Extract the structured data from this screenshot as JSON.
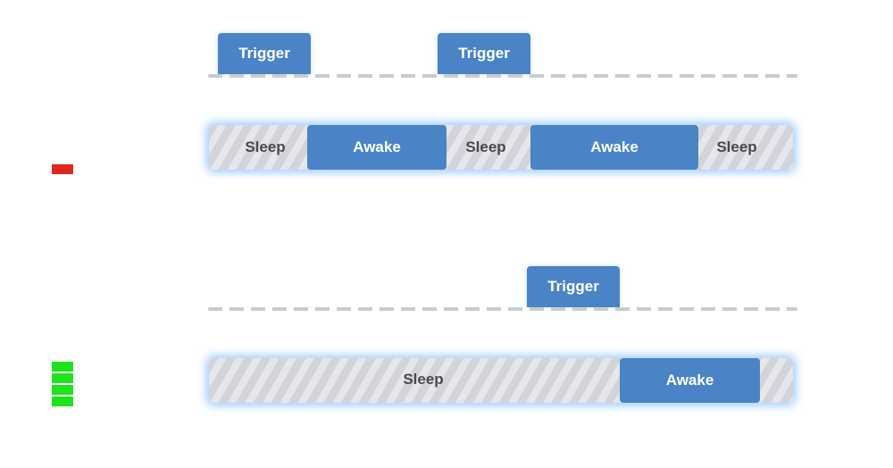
{
  "top": {
    "triggers": [
      "Trigger",
      "Trigger"
    ],
    "segments": [
      "Sleep",
      "Awake",
      "Sleep",
      "Awake",
      "Sleep"
    ]
  },
  "bottom": {
    "triggers": [
      "Trigger"
    ],
    "segments": [
      "Sleep",
      "Awake"
    ]
  },
  "colors": {
    "accent": "#4a84c6",
    "sleep_stripe": "#d2d4d8",
    "glow": "#46a0ff",
    "red_indicator": "#e0281e",
    "green_indicator": "#1de41d"
  }
}
